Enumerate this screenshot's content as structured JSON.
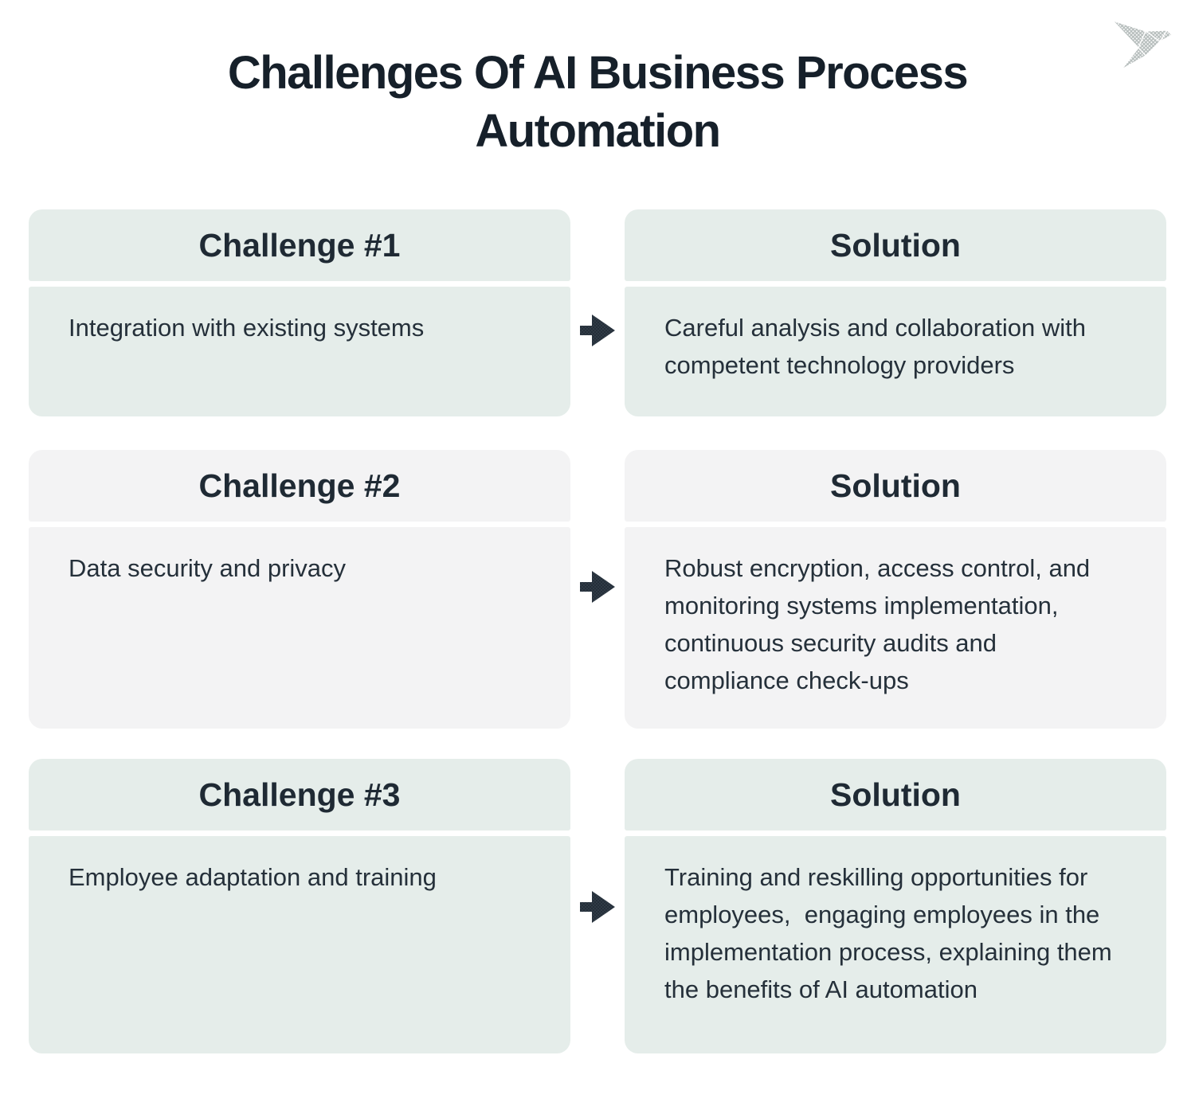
{
  "theme": {
    "page-bg": "#ffffff",
    "card-green": "#e5edea",
    "card-gray": "#f3f3f4",
    "title-color": "#16202a",
    "header-color": "#1f2a34",
    "body-color": "#25303a",
    "arrow-color": "#242e39",
    "arrow-dot-color": "#3a4650",
    "logo-color": "#b7bebd"
  },
  "header": {
    "title": "Challenges Of AI Business Process Automation",
    "logo_icon": "origami-bird-icon"
  },
  "rows": [
    {
      "challenge_label": "Challenge #1",
      "challenge_text": "Integration with existing systems",
      "solution_label": "Solution",
      "solution_text": "Careful analysis and collaboration with competent technology providers",
      "arrow_icon": "arrow-right-icon"
    },
    {
      "challenge_label": "Challenge #2",
      "challenge_text": "Data security and privacy",
      "solution_label": "Solution",
      "solution_text": "Robust encryption, access control, and monitoring systems implementation, continuous security audits and compliance check-ups",
      "arrow_icon": "arrow-right-icon"
    },
    {
      "challenge_label": "Challenge #3",
      "challenge_text": "Employee adaptation and training",
      "solution_label": "Solution",
      "solution_text": "Training and reskilling opportunities for employees,  engaging employees in the implementation process, explaining them the benefits of AI automation",
      "arrow_icon": "arrow-right-icon"
    }
  ]
}
